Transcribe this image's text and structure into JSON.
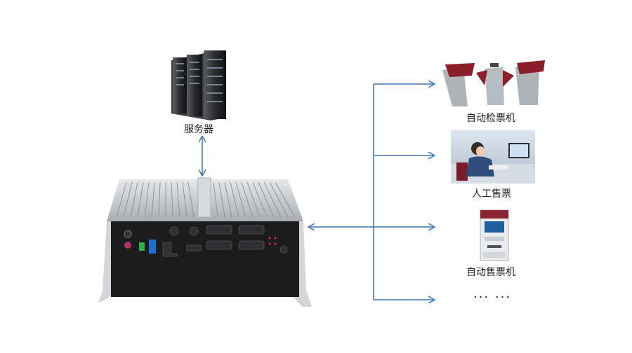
{
  "nodes": {
    "server": {
      "label": "服务器"
    },
    "gate": {
      "label": "自动检票机"
    },
    "manual": {
      "label": "人工售票"
    },
    "vending": {
      "label": "自动售票机"
    },
    "more": {
      "label": "··· ···"
    }
  },
  "colors": {
    "arrow": "#3b73b9",
    "chassis": "#1c1c1e",
    "heatsink": "#c9ccd0",
    "gate_panel": "#8b1e2a"
  }
}
